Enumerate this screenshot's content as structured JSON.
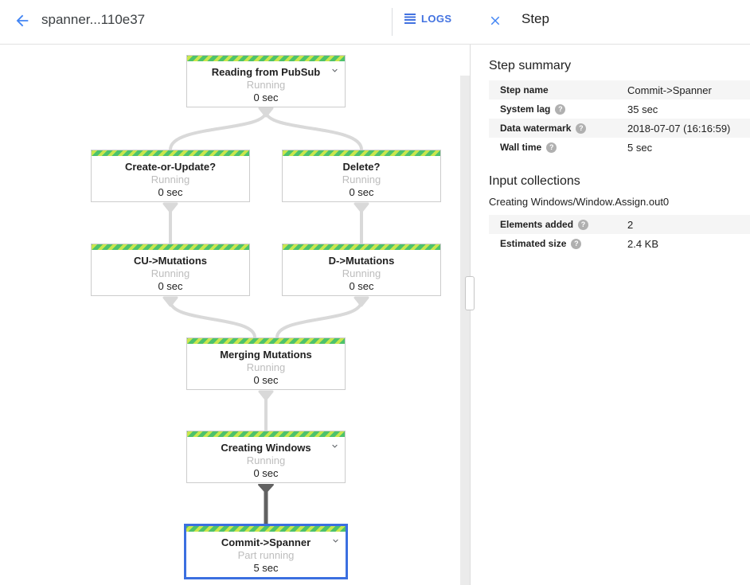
{
  "header": {
    "title": "spanner...110e37",
    "logs_label": "LOGS"
  },
  "icons": {
    "back": "arrow-left",
    "logs": "list-lines",
    "close": "x",
    "help": "?",
    "expand": "chevron-down"
  },
  "colors": {
    "accent_blue": "#4272e0",
    "selected_border": "#3b6fe0",
    "stripe_green": "#4dc26c",
    "stripe_lime": "#c9e64c",
    "edge_gray": "#d9d9d9",
    "edge_dark": "#616161"
  },
  "panel": {
    "title": "Step",
    "step_summary": {
      "heading": "Step summary",
      "rows": [
        {
          "label": "Step name",
          "value": "Commit->Spanner"
        },
        {
          "label": "System lag",
          "value": "35 sec"
        },
        {
          "label": "Data watermark",
          "value": "2018-07-07 (16:16:59)"
        },
        {
          "label": "Wall time",
          "value": "5 sec"
        }
      ]
    },
    "input_collections": {
      "heading": "Input collections",
      "collection_name": "Creating Windows/Window.Assign.out0",
      "rows": [
        {
          "label": "Elements added",
          "value": "2"
        },
        {
          "label": "Estimated size",
          "value": "2.4 KB"
        }
      ]
    }
  },
  "graph": {
    "nodes": [
      {
        "title": "Reading from PubSub",
        "status": "Running",
        "time": "0 sec"
      },
      {
        "title": "Create-or-Update?",
        "status": "Running",
        "time": "0 sec"
      },
      {
        "title": "Delete?",
        "status": "Running",
        "time": "0 sec"
      },
      {
        "title": "CU->Mutations",
        "status": "Running",
        "time": "0 sec"
      },
      {
        "title": "D->Mutations",
        "status": "Running",
        "time": "0 sec"
      },
      {
        "title": "Merging Mutations",
        "status": "Running",
        "time": "0 sec"
      },
      {
        "title": "Creating Windows",
        "status": "Running",
        "time": "0 sec"
      },
      {
        "title": "Commit->Spanner",
        "status": "Part running",
        "time": "5 sec"
      }
    ]
  }
}
